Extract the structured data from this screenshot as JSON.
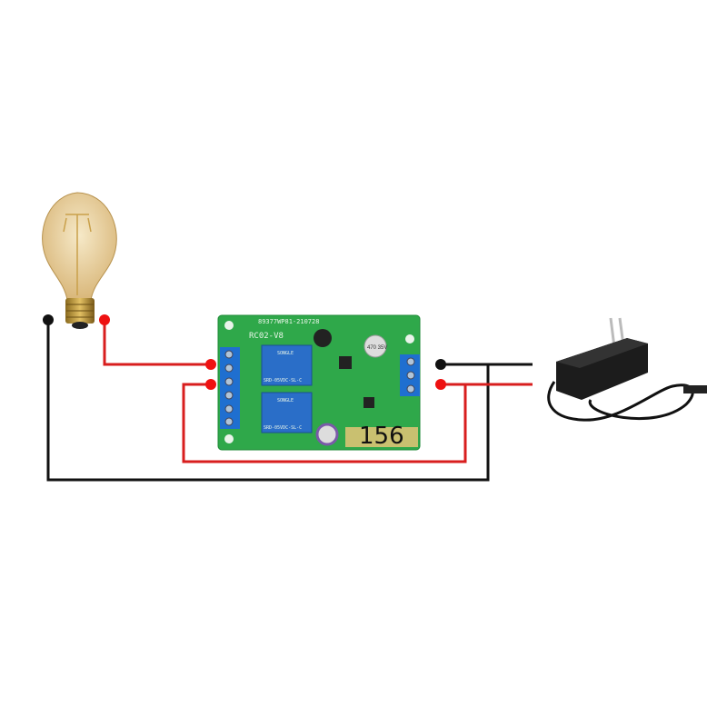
{
  "board": {
    "serial": "89377WP81-210728",
    "model": "RC02-V8",
    "relay_brand": "SONGLE",
    "relay_model": "SRD-05VDC-SL-C",
    "capacitor_label": "470 35V",
    "handwritten_mark": "156",
    "pcb_color": "#2fa84a",
    "terminal_color": "#1f6fd0",
    "relay_color": "#2a6ec8"
  },
  "wires": {
    "line_color": "#d81e1e",
    "neutral_color": "#111111"
  },
  "components": [
    "light-bulb",
    "relay-board",
    "power-adapter"
  ]
}
